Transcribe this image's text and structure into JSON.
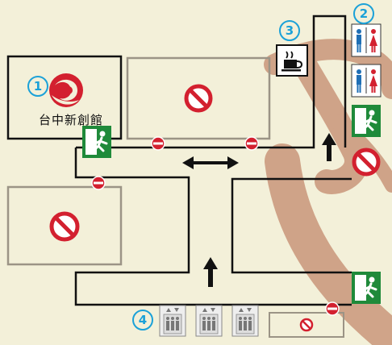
{
  "venue": {
    "logo_text": "台中新創館"
  },
  "markers": [
    "1",
    "2",
    "3",
    "4"
  ],
  "icons": {
    "no_entry": "no-entry-icon",
    "prohibited": "prohibited-icon",
    "emergency_exit": "emergency-exit-icon",
    "restroom": "restroom-icon",
    "coffee": "coffee-icon",
    "elevator": "elevator-icon"
  },
  "colors": {
    "background": "#f3f0d9",
    "wall": "#111111",
    "room_outline": "#9b9486",
    "prohibit_red": "#d3202f",
    "exit_green": "#1f8a3a",
    "marker_blue": "#1ba1d8",
    "brush_stroke": "#c9967a",
    "restroom_male": "#1f6fb5",
    "restroom_female": "#d3202f"
  }
}
